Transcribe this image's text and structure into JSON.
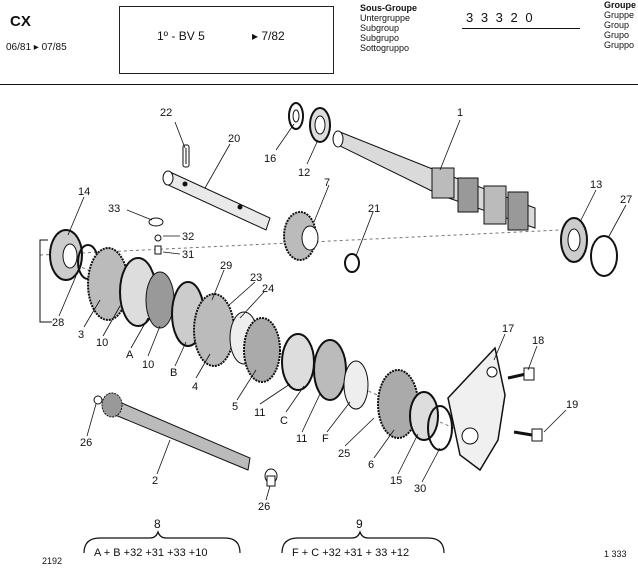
{
  "header": {
    "model": "CX",
    "dates": "06/81 ▸ 07/85",
    "gearbox": "1º - BV 5",
    "gearbox_date": "▸ 7/82",
    "subgroup_labels": [
      "Sous-Groupe",
      "Untergruppe",
      "Subgroup",
      "Subgrupo",
      "Sottogruppo"
    ],
    "subgroup_code": "3 3 3 2 0",
    "group_labels": [
      "Groupe",
      "Gruppe",
      "Group",
      "Grupo",
      "Gruppo"
    ]
  },
  "callouts": [
    "22",
    "20",
    "16",
    "12",
    "1",
    "7",
    "21",
    "13",
    "27",
    "14",
    "33",
    "32",
    "31",
    "29",
    "23",
    "24",
    "28",
    "3",
    "10",
    "A",
    "10",
    "B",
    "4",
    "5",
    "11",
    "C",
    "11",
    "F",
    "25",
    "6",
    "15",
    "30",
    "17",
    "18",
    "19",
    "26",
    "2",
    "26"
  ],
  "kits": [
    {
      "number": "8",
      "formula": "A + B  +32 +31 +33 +10"
    },
    {
      "number": "9",
      "formula": "F + C +32 +31 + 33 +12"
    }
  ],
  "footer": {
    "left": "2192",
    "right": "1 333"
  }
}
